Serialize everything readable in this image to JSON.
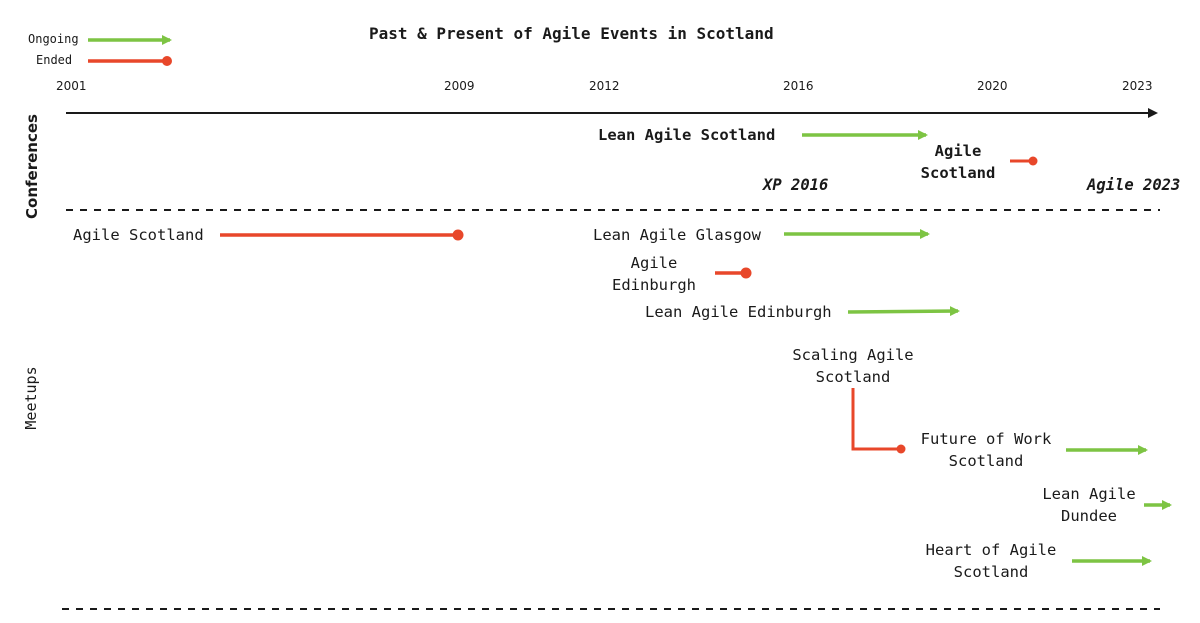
{
  "title": "Past & Present of Agile Events in Scotland",
  "legend": {
    "ongoing": "Ongoing",
    "ended": "Ended"
  },
  "colors": {
    "ongoing": "#7dc443",
    "ended": "#e8472a",
    "axis": "#1a1a1a"
  },
  "years": [
    "2001",
    "2009",
    "2012",
    "2016",
    "2020",
    "2023"
  ],
  "lanes": {
    "conferences": "Conferences",
    "meetups": "Meetups"
  },
  "conferences": {
    "lean_agile_scotland": "Lean Agile Scotland",
    "agile_scotland_line1": "Agile",
    "agile_scotland_line2": "Scotland",
    "xp_2016": "XP 2016",
    "agile_2023": "Agile 2023"
  },
  "meetups": {
    "agile_scotland": "Agile Scotland",
    "lean_agile_glasgow": "Lean Agile Glasgow",
    "agile_edinburgh_line1": "Agile",
    "agile_edinburgh_line2": "Edinburgh",
    "lean_agile_edinburgh": "Lean Agile Edinburgh",
    "scaling_agile_line1": "Scaling Agile",
    "scaling_agile_line2": "Scotland",
    "future_of_work_line1": "Future of Work",
    "future_of_work_line2": "Scotland",
    "lean_agile_dundee_line1": "Lean Agile",
    "lean_agile_dundee_line2": "Dundee",
    "heart_of_agile_line1": "Heart of Agile",
    "heart_of_agile_line2": "Scotland"
  }
}
